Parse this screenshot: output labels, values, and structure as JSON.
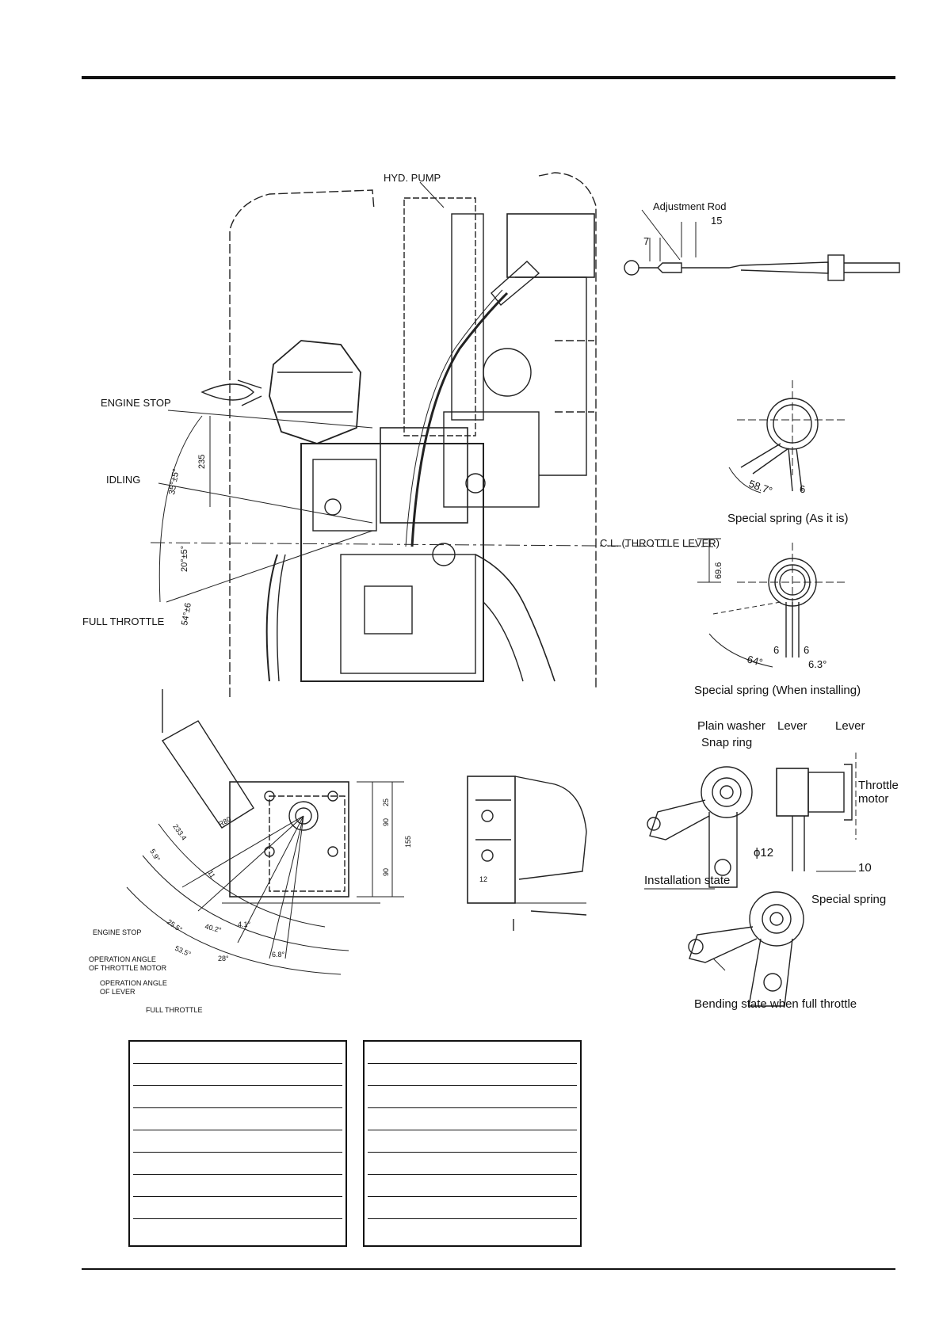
{
  "labels": {
    "hyd_pump": "HYD. PUMP",
    "adjustment_rod": "Adjustment Rod",
    "dim_15": "15",
    "dim_7": "7",
    "engine_stop": "ENGINE STOP",
    "idling": "IDLING",
    "full_throttle": "FULL THROTTLE",
    "cl_throttle_lever": "C.L. (THROTTLE LEVER)",
    "dim_235": "235",
    "angle_35": "35°±5°",
    "angle_20": "20°±5°",
    "angle_54": "54°±6",
    "dim_69_6": "69.6",
    "angle_58_7": "58.7°",
    "dim_6": "6",
    "special_spring_as_it_is": "Special spring (As it is)",
    "angle_64": "64°",
    "dim_6b": "6",
    "dim_6c": "6",
    "angle_6_3": "6.3°",
    "special_spring_installing": "Special spring (When installing)",
    "plain_washer": "Plain washer",
    "lever_1": "Lever",
    "lever_2": "Lever",
    "snap_ring": "Snap ring",
    "throttle_motor_1": "Throttle",
    "throttle_motor_2": "motor",
    "phi_12": "ϕ12",
    "dim_10": "10",
    "installation_state": "Installation state",
    "special_spring": "Special spring",
    "bending_state": "Bending state when full throttle",
    "bl_engine_stop": "ENGINE STOP",
    "bl_op_angle_motor_1": "OPERATION ANGLE",
    "bl_op_angle_motor_2": "OF THROTTLE MOTOR",
    "bl_op_angle_lever_1": "OPERATION ANGLE",
    "bl_op_angle_lever_2": "OF LEVER",
    "bl_full_throttle": "FULL THROTTLE",
    "bl_r80": "R80",
    "bl_233_4": "233.4",
    "bl_5_9": "5.9°",
    "bl_11": "11",
    "bl_25_5": "25.5°",
    "bl_40_2": "40.2°",
    "bl_4_1": "4.1°",
    "bl_53_5": "53.5°",
    "bl_28": "28°",
    "bl_6_8": "6.8°",
    "bl_25": "25",
    "bl_90a": "90",
    "bl_90b": "90",
    "bl_155": "155",
    "bc_12": "12"
  }
}
